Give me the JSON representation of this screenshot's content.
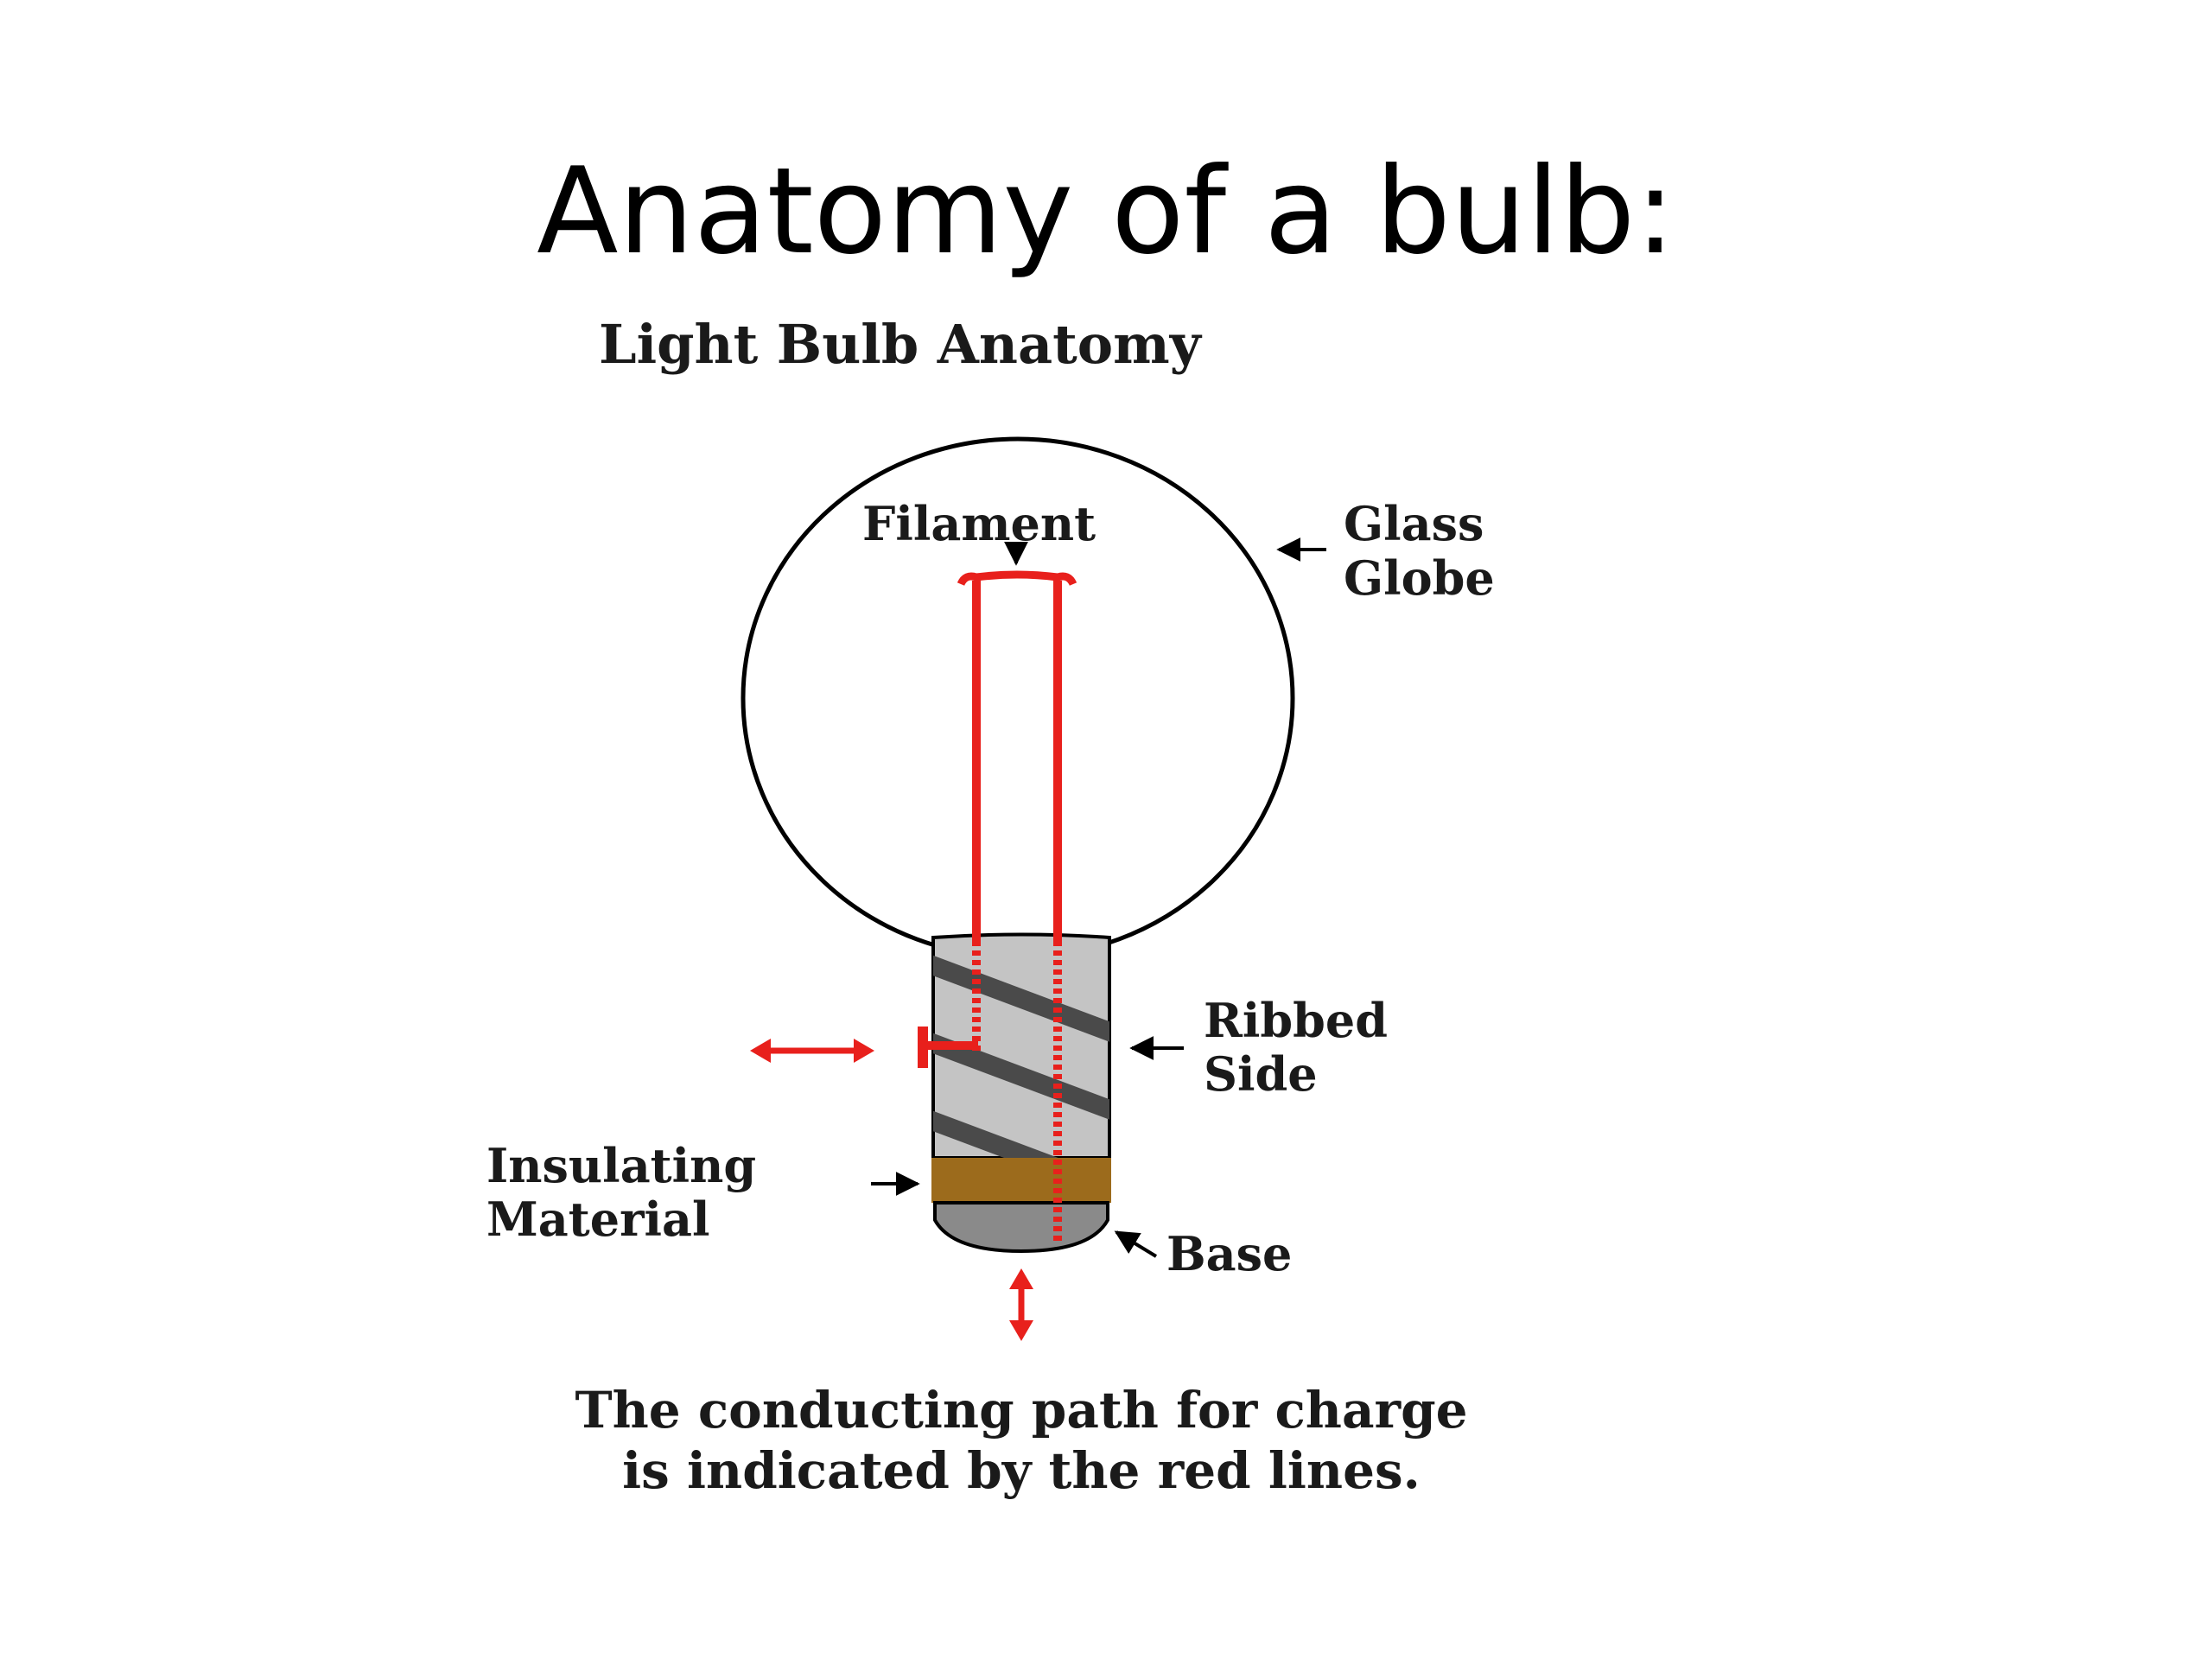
{
  "slide": {
    "title": "Anatomy of a bulb:"
  },
  "diagram": {
    "heading": "Light Bulb Anatomy",
    "labels": {
      "filament": "Filament",
      "glass_line1": "Glass",
      "glass_line2": "Globe",
      "ribbed_line1": "Ribbed",
      "ribbed_line2": "Side",
      "insulating_line1": "Insulating",
      "insulating_line2": "Material",
      "base": "Base"
    },
    "caption_line1": "The conducting path for charge",
    "caption_line2": "is indicated by the red lines."
  },
  "colors": {
    "conducting_path": "#e8201c",
    "insulator": "#9c6b1c",
    "socket_fill": "#c4c4c4",
    "socket_rib": "#4a4a4a",
    "base_fill": "#8a8a8a",
    "outline": "#000000"
  }
}
